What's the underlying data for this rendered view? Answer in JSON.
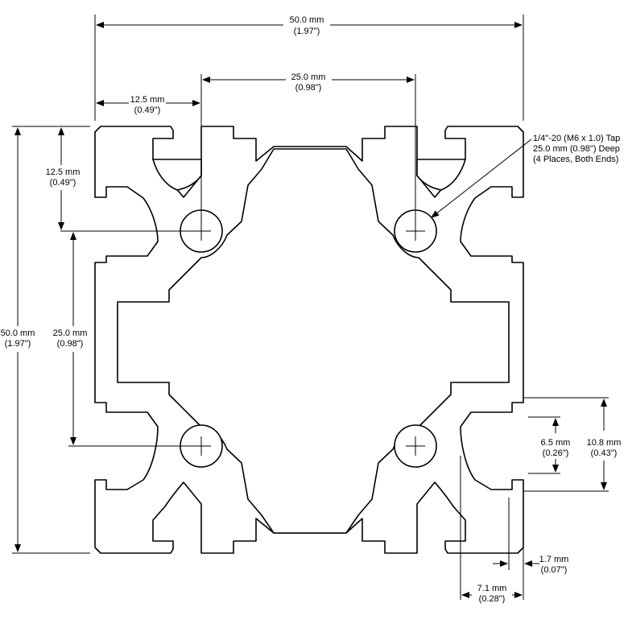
{
  "dimensions": {
    "top_width": {
      "mm": "50.0 mm",
      "in": "(1.97\")"
    },
    "top_center": {
      "mm": "25.0 mm",
      "in": "(0.98\")"
    },
    "top_half": {
      "mm": "12.5 mm",
      "in": "(0.49\")"
    },
    "left_height": {
      "mm": "50.0 mm",
      "in": "(1.97\")"
    },
    "left_half": {
      "mm": "12.5 mm",
      "in": "(0.49\")"
    },
    "left_center": {
      "mm": "25.0 mm",
      "in": "(0.98\")"
    },
    "slot_opening": {
      "mm": "6.5 mm",
      "in": "(0.26\")"
    },
    "slot_width": {
      "mm": "10.8 mm",
      "in": "(0.43\")"
    },
    "wall": {
      "mm": "1.7 mm",
      "in": "(0.07\")"
    },
    "slot_depth": {
      "mm": "7.1 mm",
      "in": "(0.28\")"
    }
  },
  "tap_callout": {
    "line1": "1/4\"-20 (M6 x 1.0) Tap",
    "line2": "25.0 mm (0.98\") Deep",
    "line3": "(4 Places, Both Ends)"
  }
}
